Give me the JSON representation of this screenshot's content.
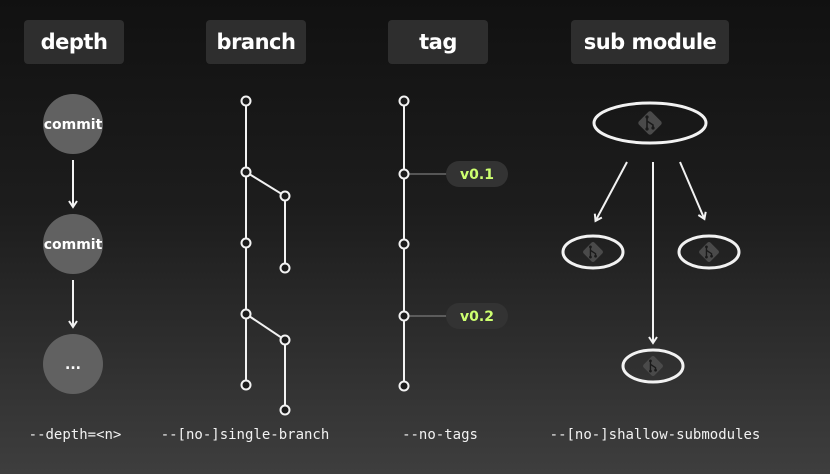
{
  "columns": {
    "depth": {
      "title": "depth",
      "caption": "--depth=<n>",
      "nodes": [
        "commit",
        "commit",
        "..."
      ]
    },
    "branch": {
      "title": "branch",
      "caption": "--[no-]single-branch"
    },
    "tag": {
      "title": "tag",
      "caption": "--no-tags",
      "tags": [
        "v0.1",
        "v0.2"
      ]
    },
    "submodule": {
      "title": "sub module",
      "caption": "--[no-]shallow-submodules",
      "icon": "git-icon"
    }
  }
}
